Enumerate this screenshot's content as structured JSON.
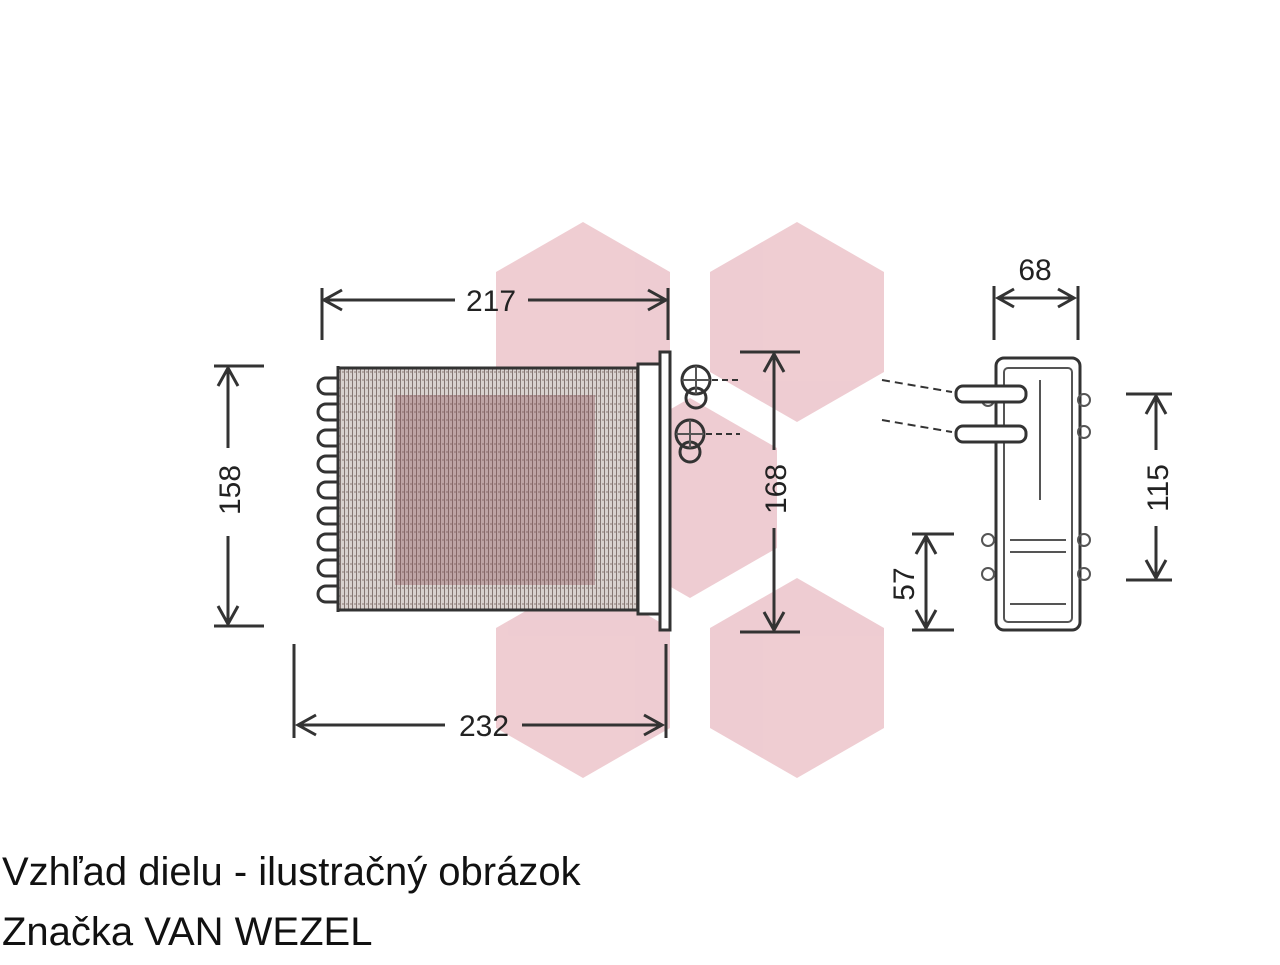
{
  "colors": {
    "watermark": "#e7b6bd",
    "line": "#333333",
    "fin": "#7a6a66"
  },
  "front_view": {
    "width_top": "217",
    "height_left": "158",
    "height_right": "168",
    "width_bottom": "232"
  },
  "side_view": {
    "depth_top": "68",
    "height_right": "115",
    "height_lower": "57"
  },
  "caption": {
    "line1": "Vzhľad dielu - ilustračný obrázok",
    "line2": "Značka VAN WEZEL"
  }
}
